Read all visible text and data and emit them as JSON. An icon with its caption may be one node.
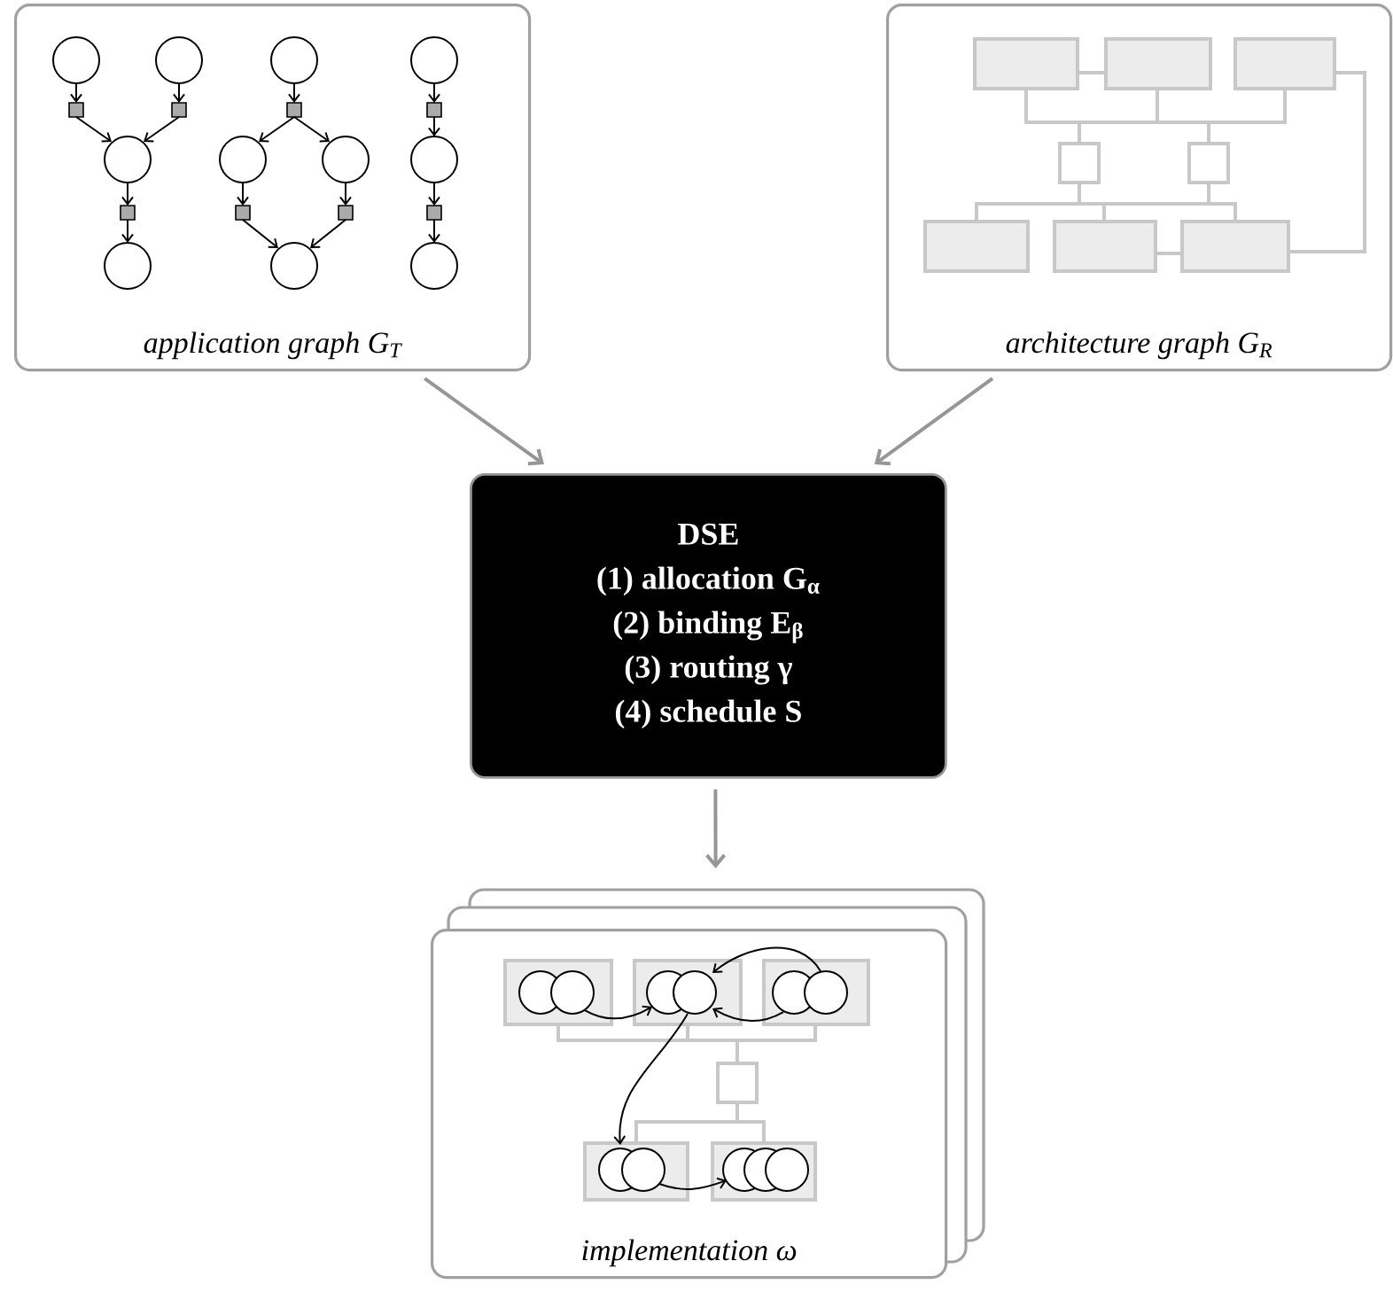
{
  "diagram": {
    "nodes": [
      {
        "text": [
          "application graph G$_{T}$"
        ]
      },
      {
        "text": [
          "architecture graph G$_{R}$"
        ]
      },
      {
        "text": [
          "DSE",
          "(1) allocation G$_{α}$",
          "(2) binding E$_{β}$",
          "(3) routing γ",
          "(4) schedule S"
        ]
      },
      {
        "text": [
          "implementation ω"
        ]
      }
    ],
    "edges": [
      {
        "from": 0,
        "to": 2,
        "arrow": "to"
      },
      {
        "from": 1,
        "to": 2,
        "arrow": "to"
      },
      {
        "from": 2,
        "to": 3,
        "arrow": "to"
      }
    ]
  }
}
